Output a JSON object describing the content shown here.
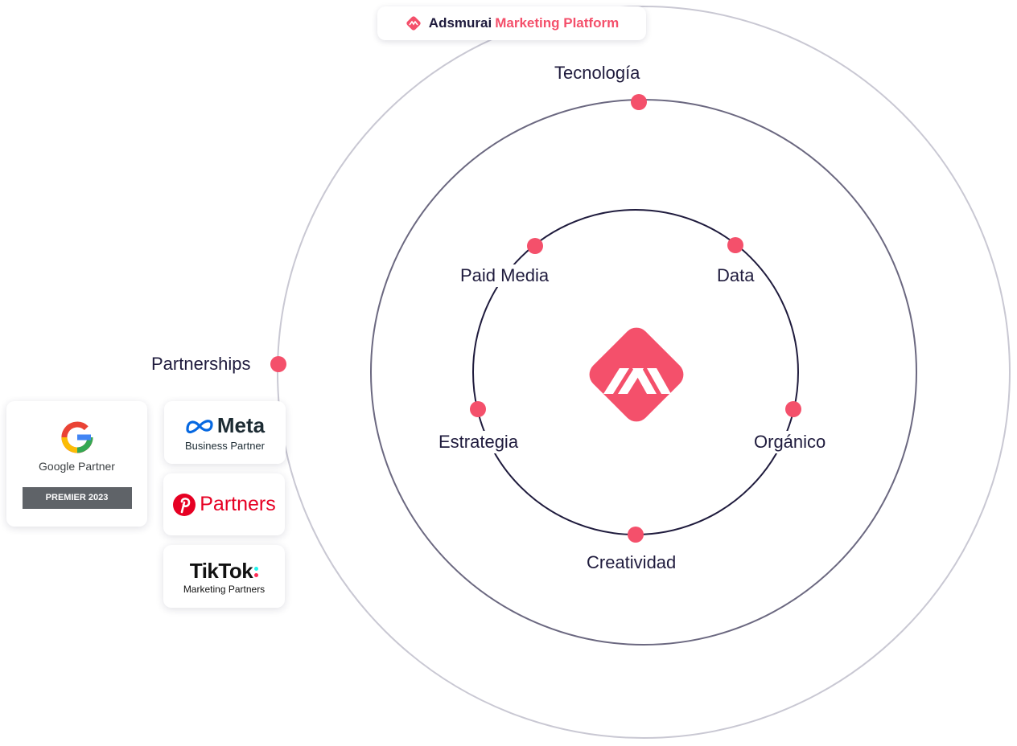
{
  "header": {
    "brand_name": "Adsmurai",
    "brand_product": "Marketing Platform"
  },
  "outer_ring": {
    "label": "Partnerships"
  },
  "middle_ring": {
    "label": "Tecnología"
  },
  "inner_ring": {
    "labels": {
      "paid_media": "Paid Media",
      "data": "Data",
      "estrategia": "Estrategia",
      "organico": "Orgánico",
      "creatividad": "Creatividad"
    }
  },
  "partners": {
    "google": {
      "name": "Google Partner",
      "badge": "PREMIER 2023"
    },
    "meta": {
      "name": "Meta",
      "sub": "Business Partner"
    },
    "pinterest": {
      "name": "Partners"
    },
    "tiktok": {
      "name": "TikTok",
      "sub": "Marketing Partners"
    }
  },
  "colors": {
    "accent": "#f4506b",
    "ring_dark": "#1f1b3d",
    "ring_mid": "#6b6880",
    "ring_light": "#c9c8d3"
  }
}
